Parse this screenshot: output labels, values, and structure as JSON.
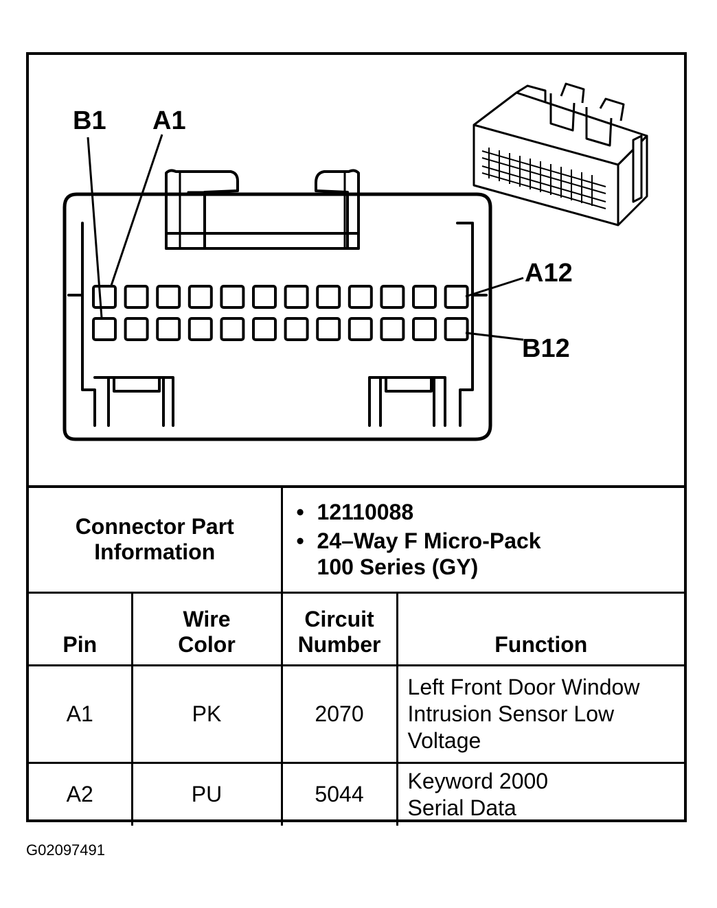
{
  "diagram": {
    "pin_labels": {
      "b1": "B1",
      "a1": "A1",
      "a12": "A12",
      "b12": "B12"
    },
    "pins_per_row": 12
  },
  "connector_info": {
    "label": "Connector Part Information",
    "part_number": "12110088",
    "description_line1": "24–Way F Micro-Pack",
    "description_line2": "100 Series (GY)"
  },
  "table": {
    "headers": {
      "pin": "Pin",
      "wire_color_line1": "Wire",
      "wire_color_line2": "Color",
      "circuit_line1": "Circuit",
      "circuit_line2": "Number",
      "function": "Function"
    },
    "rows": [
      {
        "pin": "A1",
        "wire_color": "PK",
        "circuit": "2070",
        "function_lines": [
          "Left Front Door Window",
          "Intrusion Sensor Low",
          "Voltage"
        ]
      },
      {
        "pin": "A2",
        "wire_color": "PU",
        "circuit": "5044",
        "function_lines": [
          "Keyword 2000",
          "Serial Data"
        ]
      }
    ]
  },
  "figure_id": "G02097491"
}
